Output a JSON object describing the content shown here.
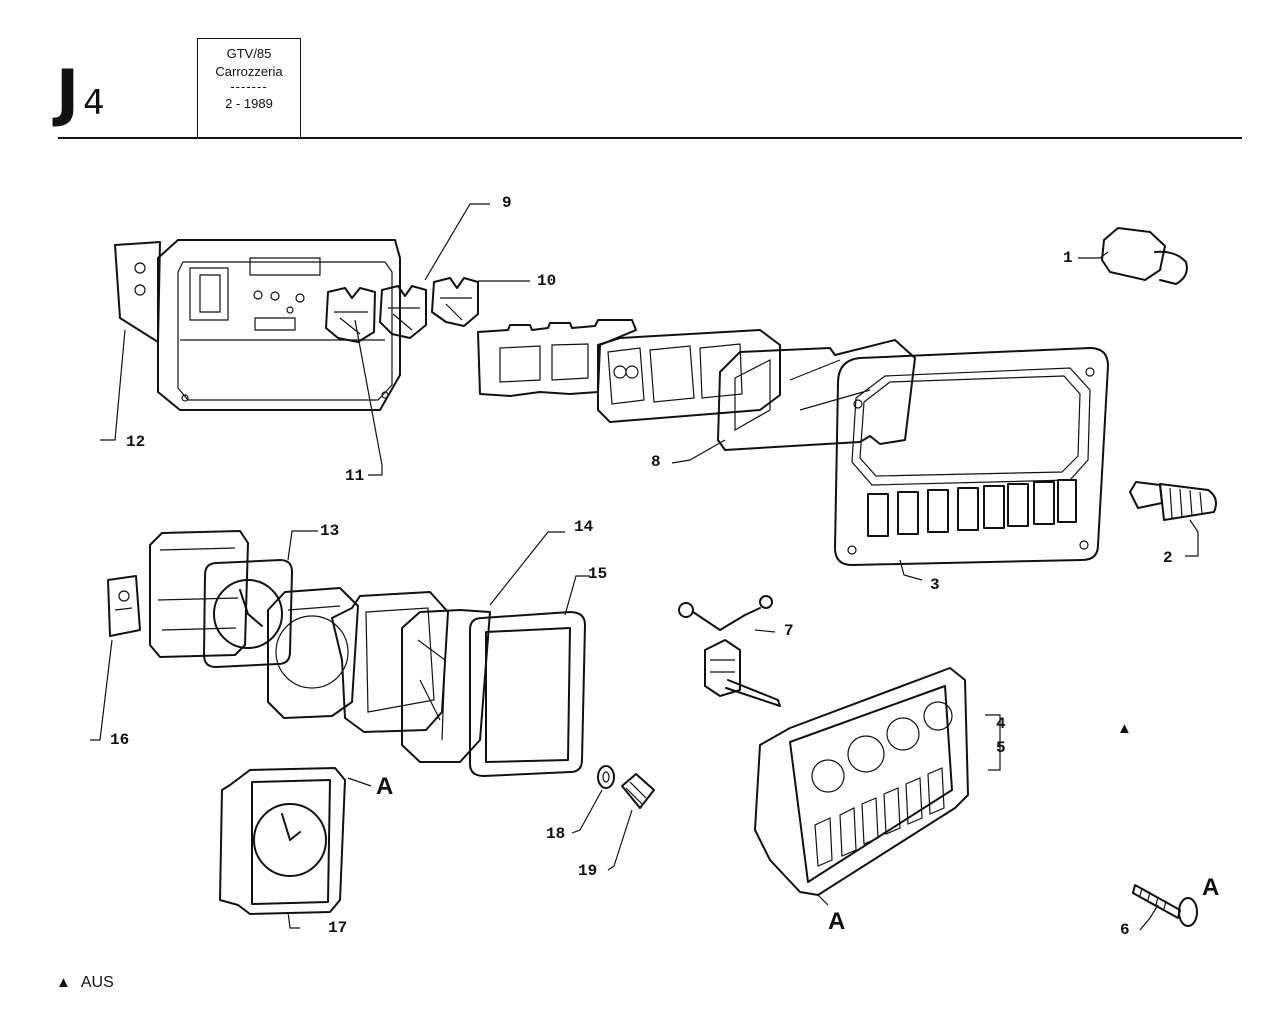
{
  "header": {
    "section_letter": "J",
    "section_number": "4",
    "model": "GTV/85",
    "group": "Carrozzeria",
    "separator": "-------",
    "date": "2 - 1989"
  },
  "callouts": {
    "c1": "1",
    "c2": "2",
    "c3": "3",
    "c4": "4",
    "c5": "5",
    "c6": "6",
    "c7": "7",
    "c8": "8",
    "c9": "9",
    "c10": "10",
    "c11": "11",
    "c12": "12",
    "c13": "13",
    "c14": "14",
    "c15": "15",
    "c16": "16",
    "c17": "17",
    "c18": "18",
    "c19": "19"
  },
  "detail_ref": {
    "a_clock": "A",
    "a_panel": "A",
    "a_screw": "A"
  },
  "legend": {
    "symbol": "▲",
    "text": "AUS"
  },
  "marker_symbol": "▲"
}
